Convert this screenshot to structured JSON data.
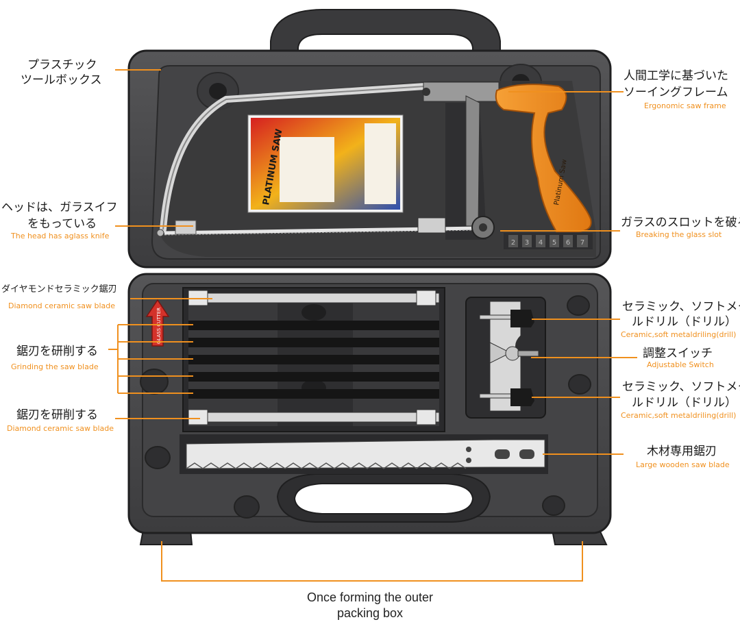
{
  "box_label": {
    "jp_line1": "プラスチック",
    "jp_line2": "ツールボックス"
  },
  "frame_label": {
    "jp_line1": "人間工学に基づいた",
    "jp_line2": "ソーイングフレーム",
    "en": "Ergonomic saw frame"
  },
  "head_label": {
    "jp_line1": "ヘッドは、ガラスイフ",
    "jp_line2": "をもっている",
    "en": "The head has aglass knife"
  },
  "glass_slot_label": {
    "jp": "ガラスのスロットを破る",
    "en": "Breaking the glass slot"
  },
  "diamond_blade_top": {
    "jp": "ダイヤモンドセラミック鋸刃",
    "en": "Diamond ceramic saw blade"
  },
  "grinding_label": {
    "jp": "鋸刃を研削する",
    "en": "Grinding the saw blade"
  },
  "diamond_blade_bottom": {
    "jp": "鋸刃を研削する",
    "en": "Diamond ceramic saw blade"
  },
  "drill_top": {
    "jp_line1": "セラミック、ソフトメタ",
    "jp_line2": "ルドリル（ドリル）",
    "en": "Ceramic,soft metaldriling(drill)"
  },
  "switch_label": {
    "jp": "調整スイッチ",
    "en": "Adjustable Switch"
  },
  "drill_bottom": {
    "jp_line1": "セラミック、ソフトメタ",
    "jp_line2": "ルドリル（ドリル）",
    "en": "Ceramic,soft metaldriling(drill)"
  },
  "wood_blade": {
    "jp": "木材専用鋸刃",
    "en": "Large wooden saw blade"
  },
  "bottom_caption": {
    "line1": "Once forming the outer",
    "line2": "packing box"
  },
  "card_text": "PLATINUM SAW",
  "handle_text": "Platinum Saw",
  "glass_cutter_text": "GLASS CUTTER",
  "slot_numbers": [
    "2",
    "3",
    "4",
    "5",
    "6",
    "7"
  ],
  "colors": {
    "accent": "#f0901e",
    "case": "#4a4a4c",
    "case_dark": "#2e2e30",
    "case_edge": "#1f1f20",
    "handle_orange": "#f08a1c"
  }
}
